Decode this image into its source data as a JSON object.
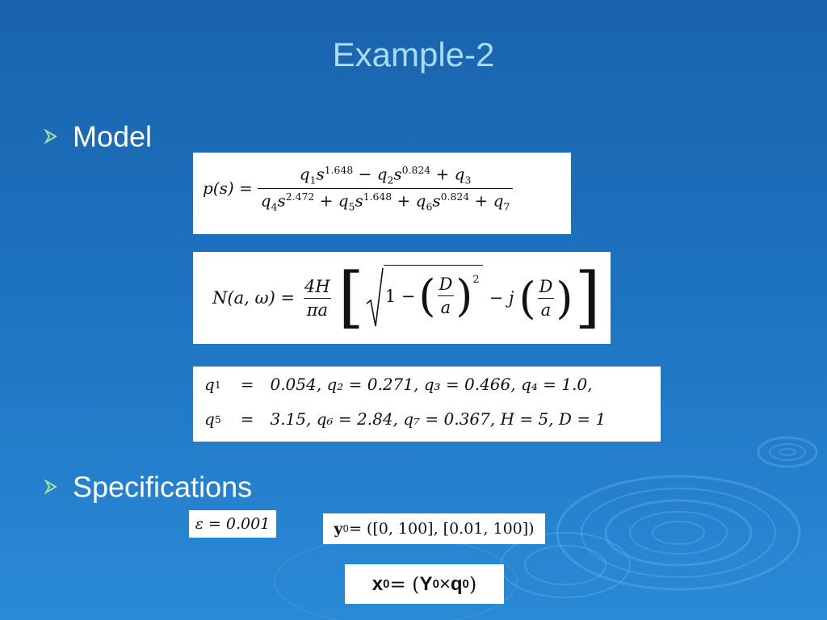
{
  "slide": {
    "title": "Example-2",
    "bullets": [
      {
        "label": "Model"
      },
      {
        "label": "Specifications"
      }
    ]
  },
  "equations": {
    "transfer_function": {
      "lhs": "p(s) =",
      "num": {
        "t1": "q",
        "t1s": "1",
        "t1v": "s",
        "t1e": "1.648",
        "op1": " − ",
        "t2": "q",
        "t2s": "2",
        "t2v": "s",
        "t2e": "0.824",
        "op2": " + ",
        "t3": "q",
        "t3s": "3"
      },
      "den": {
        "t1": "q",
        "t1s": "4",
        "t1v": "s",
        "t1e": "2.472",
        "op1": " + ",
        "t2": "q",
        "t2s": "5",
        "t2v": "s",
        "t2e": "1.648",
        "op2": " + ",
        "t3": "q",
        "t3s": "6",
        "t3v": "s",
        "t3e": "0.824",
        "op3": " + ",
        "t4": "q",
        "t4s": "7"
      }
    },
    "describing_function": {
      "lhs": "N(a, ω) =",
      "coef_num": "4H",
      "coef_den": "πa",
      "one_minus": "1 −",
      "D": "D",
      "a": "a",
      "power": "2",
      "minus_j": "− j"
    },
    "params": {
      "row1": {
        "name": "q",
        "sub": "1",
        "eq": "=",
        "values": "0.054, q₂ = 0.271, q₃ = 0.466, q₄ = 1.0,"
      },
      "row2": {
        "name": "q",
        "sub": "5",
        "eq": "=",
        "values": "3.15, q₆ = 2.84, q₇ = 0.367, H = 5,  D = 1"
      }
    },
    "spec_epsilon": "ε = 0.001",
    "spec_y": {
      "base": "y",
      "sup": "0",
      "rest": " = ([0, 100], [0.01, 100])"
    },
    "spec_x": {
      "x": "x",
      "xsup": "0",
      "eq": " = (",
      "Y": "Y",
      "Ysup": "0",
      "times": " × ",
      "q": "q",
      "qsup": "0",
      "close": ")"
    }
  }
}
